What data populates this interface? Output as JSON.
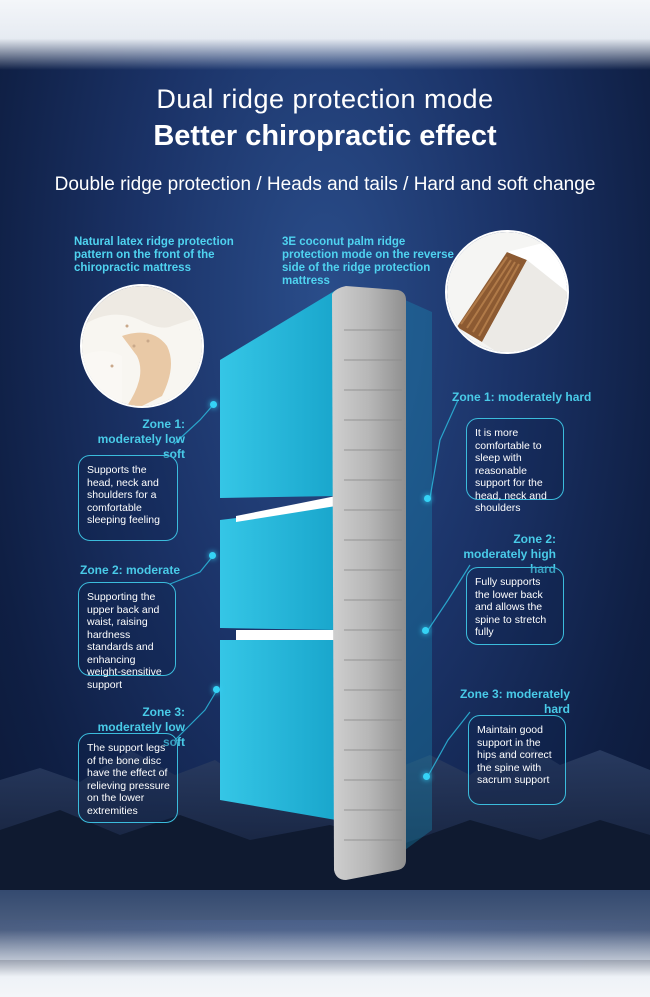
{
  "header": {
    "title_line1": "Dual ridge protection mode",
    "title_line2": "Better chiropractic effect",
    "subtitle": "Double ridge protection / Heads and tails / Hard and soft change"
  },
  "front_label": "Natural latex ridge protection pattern on the front of the chiropractic mattress",
  "back_label": "3E coconut palm ridge protection mode on the reverse side of the ridge protection mattress",
  "left_zones": [
    {
      "title": "Zone 1: moderately low soft",
      "desc": "Supports the head, neck and shoulders for a comfortable sleeping feeling"
    },
    {
      "title": "Zone 2: moderate",
      "desc": "Supporting the upper back and waist, raising hardness standards and enhancing weight-sensitive support"
    },
    {
      "title": "Zone 3: moderately low soft",
      "desc": "The support legs of the bone disc have the effect of relieving pressure on the lower extremities"
    }
  ],
  "right_zones": [
    {
      "title": "Zone 1: moderately hard",
      "desc": "It is more comfortable to sleep with reasonable support for the head, neck and shoulders"
    },
    {
      "title": "Zone 2: moderately high hard",
      "desc": "Fully supports the lower back and allows the spine to stretch fully"
    },
    {
      "title": "Zone 3: moderately hard",
      "desc": "Maintain good support in the hips and correct the spine with sacrum support"
    }
  ],
  "colors": {
    "accent": "#49cbe8",
    "panel": "#1fb4d8",
    "background": "#1b3368"
  }
}
